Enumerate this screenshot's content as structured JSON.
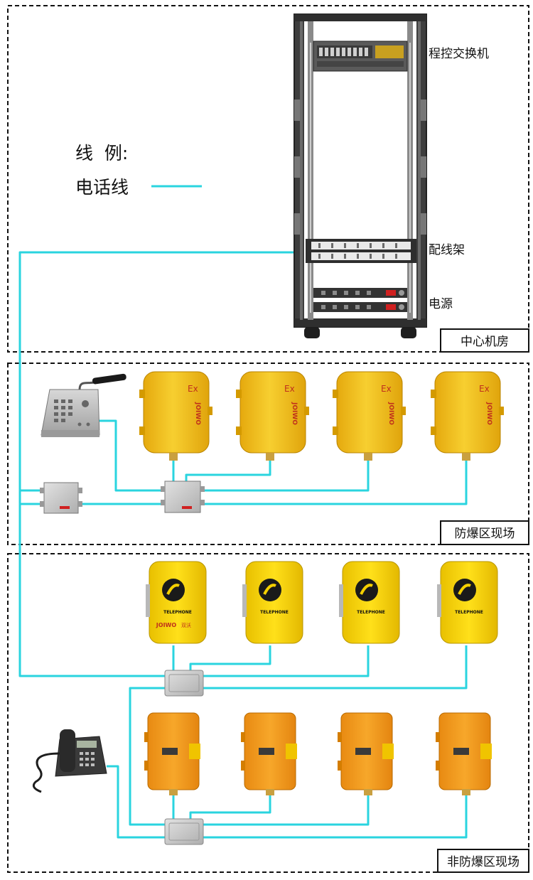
{
  "legend": {
    "title": "线  例:",
    "item_label": "电话线",
    "line_color": "#2ad4df"
  },
  "rack": {
    "switch_label": "程控交换机",
    "patch_label": "配线架",
    "power_label": "电源"
  },
  "zones": [
    {
      "id": "central",
      "label": "中心机房"
    },
    {
      "id": "explosion",
      "label": "防爆区现场"
    },
    {
      "id": "non_explosion",
      "label": "非防爆区现场"
    }
  ],
  "devices": {
    "ex_phone_mark": "Ex",
    "brand": "JOIWO",
    "brand_cn": "双沃",
    "weatherproof_text": "TELEPHONE"
  },
  "colors": {
    "line": "#2ad4df",
    "ex_yellow": "#f2c21a",
    "weather_yellow": "#f5d000",
    "orange": "#f39b1e",
    "rack": "#4a4a4a",
    "junction": "#c9c9c9"
  }
}
